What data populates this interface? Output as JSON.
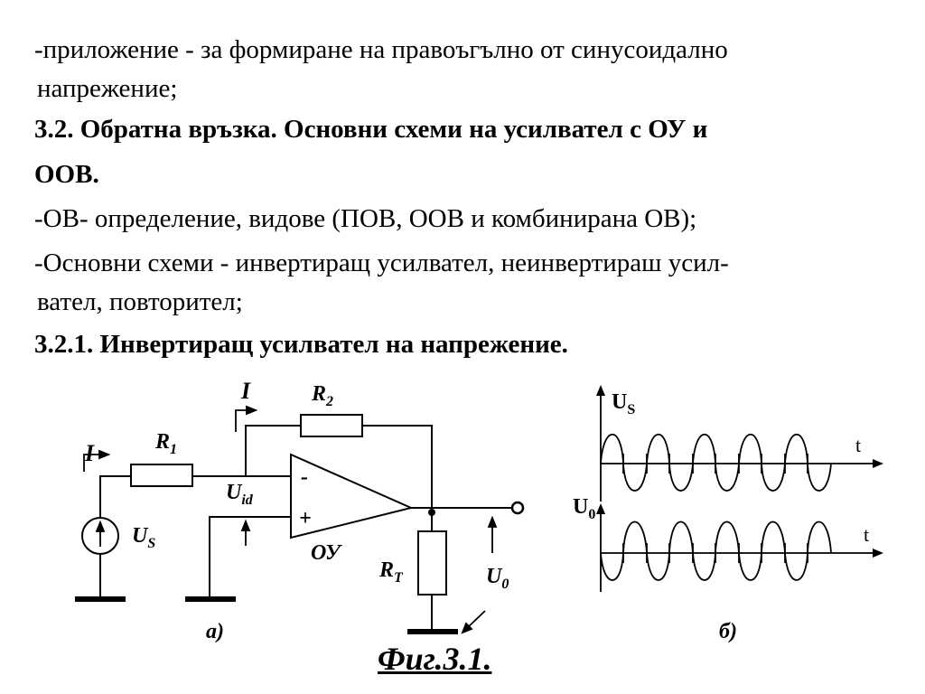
{
  "lines": [
    "-приложение - за формиране на правоъгълно от синусоидално",
    "напрежение;",
    "3.2. Обратна връзка. Основни схеми на усилвател с ОУ и",
    "ООВ.",
    "-ОВ- определение, видове (ПОВ, ООВ и комбинирана ОВ);",
    "-Основни схеми - инвертиращ усилвател, неинвертираш усил-",
    "вател, повторител;",
    "3.2.1. Инвертиращ усилвател на напрежение."
  ],
  "circuit": {
    "label_i_left": "I",
    "label_i_top": "I",
    "label_r1": "R",
    "label_r1_sub": "1",
    "label_r2": "R",
    "label_r2_sub": "2",
    "label_uid": "U",
    "label_uid_sub": "id",
    "label_us": "U",
    "label_us_sub": "S",
    "label_minus": "-",
    "label_plus": "+",
    "label_oy": "ОУ",
    "label_rt": "R",
    "label_rt_sub": "T",
    "label_u0": "U",
    "label_u0_sub": "0",
    "label_a": "а)"
  },
  "waveform": {
    "label_us": "U",
    "label_us_sub": "S",
    "label_u0": "U",
    "label_u0_sub": "0",
    "label_t1": "t",
    "label_t2": "t",
    "label_b": "б)"
  },
  "caption": "Фиг.3.1."
}
